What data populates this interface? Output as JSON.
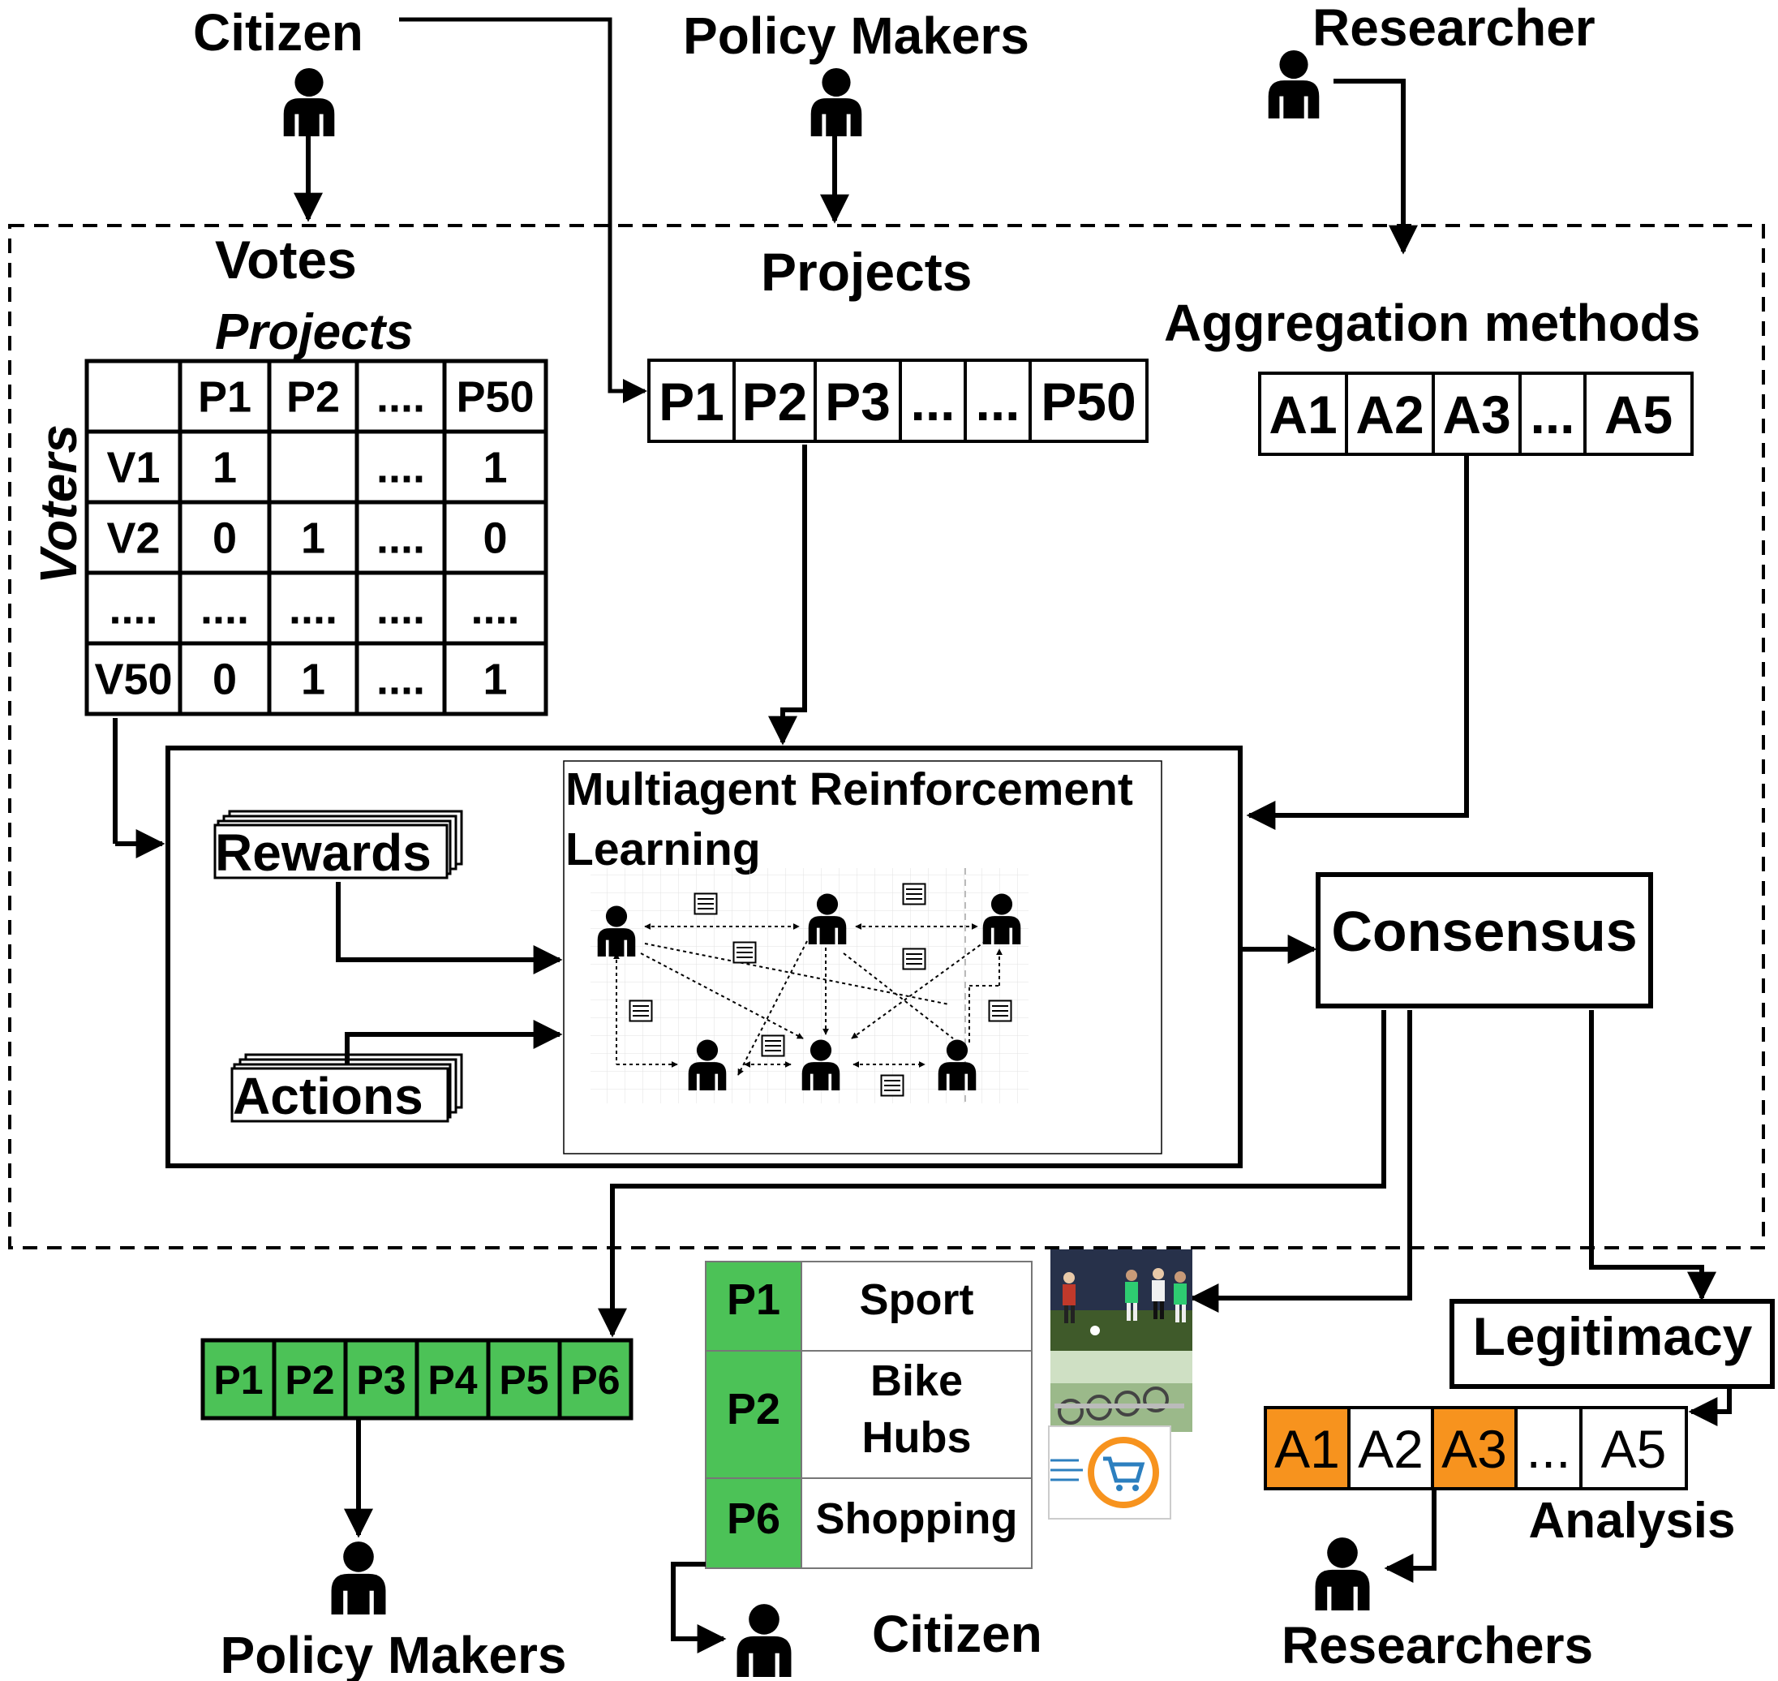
{
  "actors": {
    "top_citizen": "Citizen",
    "top_policy_makers": "Policy Makers",
    "top_researcher": "Researcher",
    "bottom_policy_makers": "Policy Makers",
    "bottom_citizen": "Citizen",
    "bottom_researchers": "Researchers"
  },
  "votes": {
    "title": "Votes",
    "projects_label": "Projects",
    "voters_label": "Voters",
    "columns": [
      "",
      "P1",
      "P2",
      "....",
      "P50"
    ],
    "rows": [
      [
        "V1",
        "1",
        "",
        "....",
        "1"
      ],
      [
        "V2",
        "0",
        "1",
        "....",
        "0"
      ],
      [
        "....",
        "....",
        "....",
        "....",
        "...."
      ],
      [
        "V50",
        "0",
        "1",
        "....",
        "1"
      ]
    ]
  },
  "projects": {
    "title": "Projects",
    "cells": [
      "P1",
      "P2",
      "P3",
      "...",
      "...",
      "P50"
    ]
  },
  "aggregation": {
    "title": "Aggregation methods",
    "cells": [
      "A1",
      "A2",
      "A3",
      "...",
      "A5"
    ]
  },
  "marl": {
    "title_line1": "Multiagent Reinforcement",
    "title_line2": "Learning",
    "rewards_label": "Rewards",
    "actions_label": "Actions"
  },
  "consensus": {
    "label": "Consensus"
  },
  "outcome_projects": {
    "cells": [
      "P1",
      "P2",
      "P3",
      "P4",
      "P5",
      "P6"
    ]
  },
  "project_catalog": {
    "rows": [
      {
        "id": "P1",
        "name": "Sport"
      },
      {
        "id": "P2",
        "name_line1": "Bike",
        "name_line2": "Hubs"
      },
      {
        "id": "P6",
        "name": "Shopping"
      }
    ]
  },
  "legitimacy": {
    "label": "Legitimacy",
    "cells": [
      "A1",
      "A2",
      "A3",
      "...",
      "A5"
    ],
    "highlighted": [
      "A1",
      "A3"
    ],
    "analysis_label": "Analysis"
  },
  "icons": [
    "person-icon",
    "message-icon",
    "sport-photo",
    "bike-hub-photo",
    "shopping-cart-icon"
  ],
  "colors": {
    "selected_green": "#4cc257",
    "highlight_orange": "#f7931e"
  }
}
